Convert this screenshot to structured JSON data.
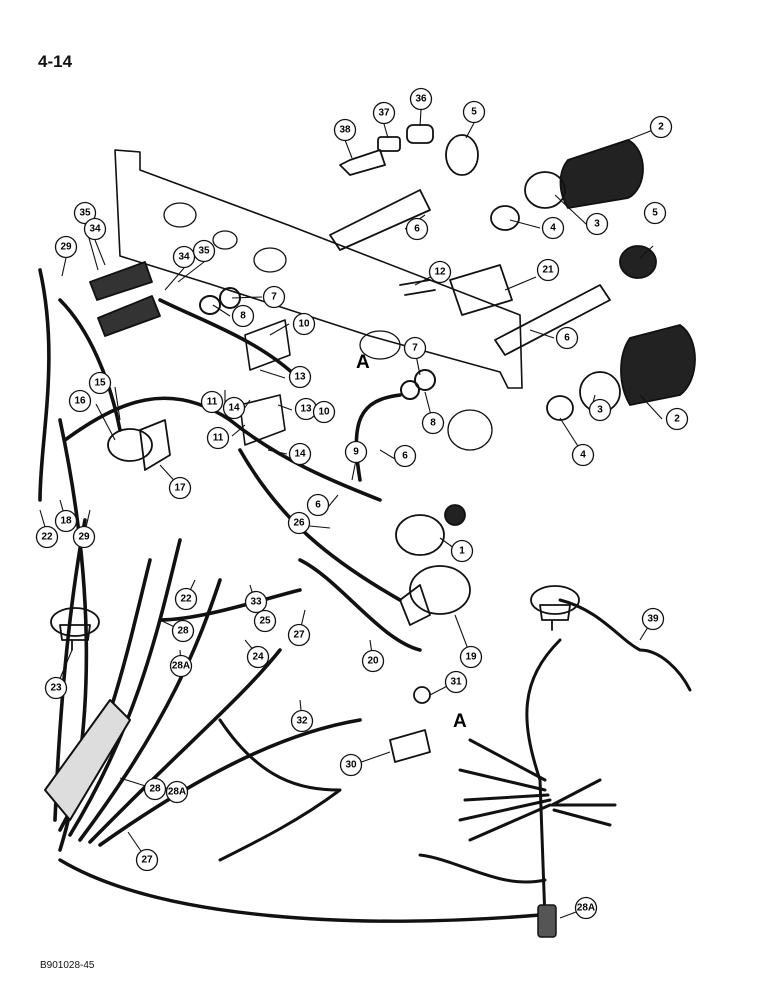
{
  "page": {
    "number": "4-14",
    "drawing_code": "B901028-45"
  },
  "section_marks": [
    "A",
    "A"
  ],
  "callouts": [
    "38",
    "37",
    "36",
    "5",
    "2",
    "35",
    "34",
    "29",
    "34",
    "35",
    "6",
    "3",
    "4",
    "12",
    "21",
    "5",
    "7",
    "8",
    "10",
    "6",
    "15",
    "16",
    "13",
    "7",
    "11",
    "14",
    "2",
    "11",
    "13",
    "10",
    "3",
    "8",
    "4",
    "9",
    "6",
    "14",
    "17",
    "6",
    "22",
    "18",
    "29",
    "26",
    "1",
    "33",
    "25",
    "22",
    "28",
    "27",
    "39",
    "19",
    "23",
    "24",
    "28A",
    "20",
    "31",
    "32",
    "30",
    "28",
    "28A",
    "27",
    "28A"
  ]
}
